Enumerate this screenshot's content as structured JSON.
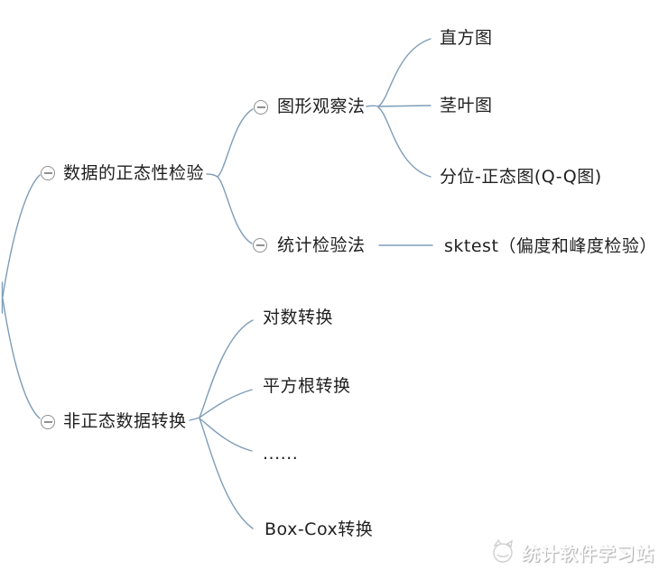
{
  "tree": {
    "children": [
      {
        "label": "数据的正态性检验",
        "children": [
          {
            "label": "图形观察法",
            "children": [
              {
                "label": "直方图"
              },
              {
                "label": "茎叶图"
              },
              {
                "label": "分位-正态图(Q-Q图)"
              }
            ]
          },
          {
            "label": "统计检验法",
            "children": [
              {
                "label": "sktest（偏度和峰度检验）"
              }
            ]
          }
        ]
      },
      {
        "label": "非正态数据转换",
        "children": [
          {
            "label": "对数转换"
          },
          {
            "label": "平方根转换"
          },
          {
            "label": "......"
          },
          {
            "label": "Box-Cox转换"
          }
        ]
      }
    ]
  },
  "watermark": {
    "text": "统计软件学习站"
  },
  "colors": {
    "edge": "#7e9db8",
    "icon_stroke": "#8f8f8f",
    "text": "#1f1f1f"
  }
}
